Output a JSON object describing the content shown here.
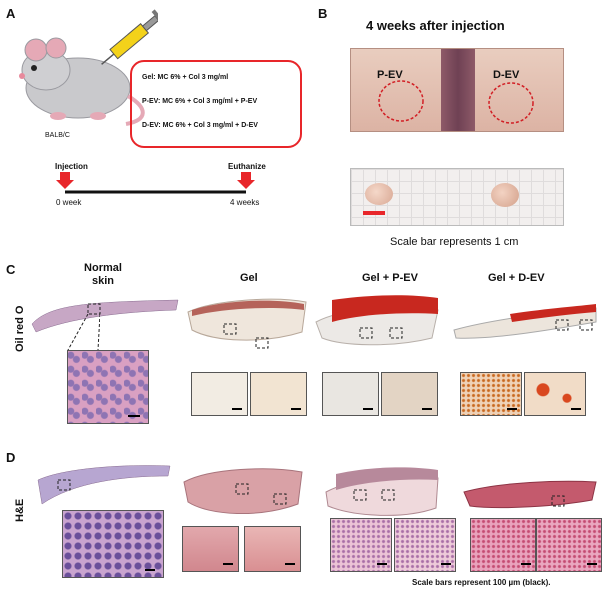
{
  "panelA": {
    "label": "A",
    "strain": "BALB/C",
    "groups": [
      "Gel: MC 6% + Col 3 mg/ml",
      "P-EV: MC 6% + Col 3 mg/ml + P-EV",
      "D-EV: MC 6% + Col 3 mg/ml + D-EV"
    ],
    "timeline": {
      "start_event": "Injection",
      "end_event": "Euthanize",
      "start_time": "0 week",
      "end_time": "4 weeks"
    }
  },
  "panelB": {
    "label": "B",
    "title": "4 weeks after injection",
    "left_site": "P-EV",
    "right_site": "D-EV",
    "scale_note": "Scale bar represents 1 cm"
  },
  "panelC": {
    "label": "C",
    "row_label": "Oil red O",
    "columns": [
      "Normal skin",
      "Gel",
      "Gel + P-EV",
      "Gel + D-EV"
    ]
  },
  "panelD": {
    "label": "D",
    "row_label": "H&E",
    "scale_note": "Scale bars represent 100 µm (black)."
  },
  "colors": {
    "group_box_border": "#e8262a",
    "arrow_red": "#e8262a",
    "oil_red": "#c8281f",
    "he_pink": "#d98fa8",
    "he_purple": "#8a4f9e"
  }
}
